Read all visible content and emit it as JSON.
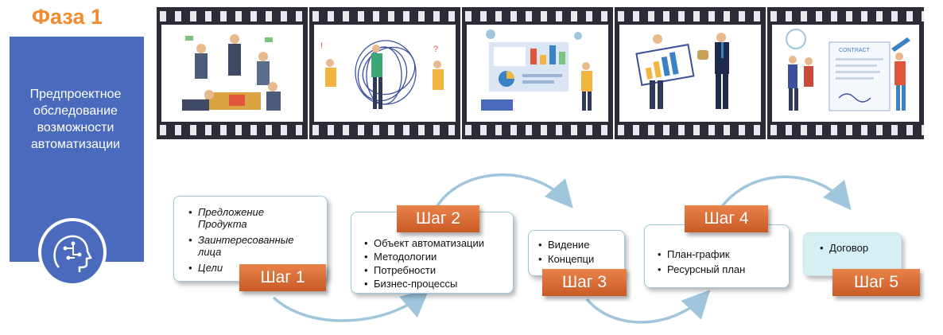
{
  "phase": {
    "title": "Фаза 1",
    "description": "Предпроектное обследование возможности автоматизации"
  },
  "steps": [
    {
      "label": "Шаг 1",
      "items": [
        "Предложение Продукта",
        "Заинтересованные лица",
        "Цели"
      ]
    },
    {
      "label": "Шаг 2",
      "items": [
        "Объект автоматизации",
        "Методологии",
        "Потребности",
        "Бизнес-процессы"
      ]
    },
    {
      "label": "Шаг 3",
      "items": [
        "Видение",
        "Концепци"
      ]
    },
    {
      "label": "Шаг 4",
      "items": [
        "План-график",
        "Ресурсный план"
      ]
    },
    {
      "label": "Шаг 5",
      "items": [
        "Договор"
      ]
    }
  ],
  "film_icons": [
    "meeting-chaos-illustration",
    "tangled-thoughts-illustration",
    "data-analytics-illustration",
    "business-presentation-illustration",
    "contract-signing-illustration"
  ],
  "film_texts": {
    "contract_label": "CONTRACT"
  },
  "colors": {
    "phase_title": "#f28a2e",
    "panel": "#4a6bbd",
    "step_fill": "#d96b33",
    "box_border": "#9fc6dc",
    "step5_box": "#d6eff2"
  }
}
